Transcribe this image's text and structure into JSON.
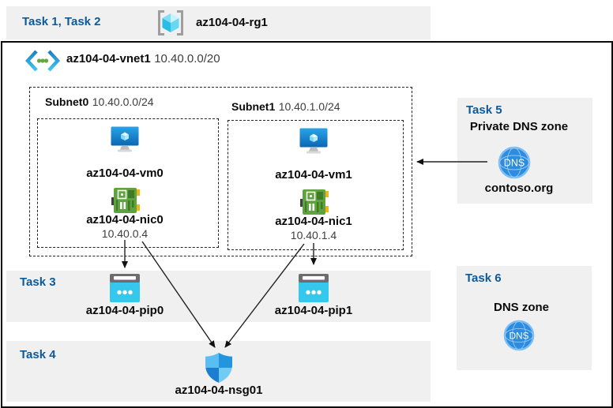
{
  "palette": {
    "task_label_color": "#0c5a9a",
    "panel_gray": "#f0f0f0",
    "azure_blue": "#1487d8",
    "public_ip_cyan": "#35c7ed",
    "nic_green": "#5ea33e",
    "dns_blue": "#2b8ce0"
  },
  "header": {
    "tasks_label": "Task 1, Task 2",
    "resource_group": "az104-04-rg1",
    "icon": "resource-group-icon"
  },
  "vnet": {
    "name": "az104-04-vnet1",
    "cidr": "10.40.0.0/20",
    "icon": "virtual-network-icon"
  },
  "subnets": [
    {
      "name": "Subnet0",
      "cidr": "10.40.0.0/24",
      "vm": "az104-04-vm0",
      "nic": "az104-04-nic0",
      "nic_ip": "10.40.0.4"
    },
    {
      "name": "Subnet1",
      "cidr": "10.40.1.0/24",
      "vm": "az104-04-vm1",
      "nic": "az104-04-nic1",
      "nic_ip": "10.40.1.4"
    }
  ],
  "task3": {
    "label": "Task 3",
    "public_ips": [
      "az104-04-pip0",
      "az104-04-pip1"
    ]
  },
  "task4": {
    "label": "Task 4",
    "nsg": "az104-04-nsg01"
  },
  "task5": {
    "label": "Task 5",
    "title": "Private DNS zone",
    "zone_name": "contoso.org",
    "dns_badge": "DNS"
  },
  "task6": {
    "label": "Task 6",
    "title": "DNS zone",
    "dns_badge": "DNS"
  },
  "connections": [
    {
      "from": "az104-04-nic0",
      "to": "az104-04-pip0"
    },
    {
      "from": "az104-04-nic0",
      "to": "az104-04-nsg01"
    },
    {
      "from": "az104-04-nic1",
      "to": "az104-04-pip1"
    },
    {
      "from": "az104-04-nic1",
      "to": "az104-04-nsg01"
    },
    {
      "from": "contoso.org private DNS zone",
      "to": "az104-04-vnet1"
    }
  ]
}
